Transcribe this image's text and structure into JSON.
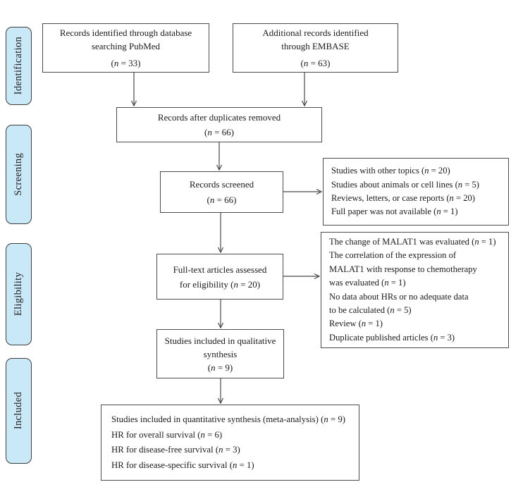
{
  "figure": {
    "type": "prisma-flow-diagram",
    "colors": {
      "stage_fill": "#c9e8f8",
      "stage_border": "#3d3d3d",
      "box_border": "#4c4c4c",
      "arrow": "#4a4a4a",
      "text": "#1a1a1a",
      "background": "#ffffff"
    }
  },
  "stages": [
    {
      "label": "Identification"
    },
    {
      "label": "Screening"
    },
    {
      "label": "Eligibility"
    },
    {
      "label": "Included"
    }
  ],
  "boxes": {
    "pubmed": {
      "line1": "Records identified through database",
      "line2": "searching PubMed",
      "count": "(n = 33)"
    },
    "embase": {
      "line1": "Additional records identified",
      "line2": "through EMBASE",
      "count": "(n = 63)"
    },
    "duplicates_removed": {
      "line1": "Records after duplicates removed",
      "count": "(n = 66)"
    },
    "records_screened": {
      "line1": "Records screened",
      "count": "(n = 66)"
    },
    "screening_excluded": {
      "lines": [
        "Studies with other topics (n = 20)",
        "Studies about animals or cell lines (n = 5)",
        "Reviews, letters, or case reports (n = 20)",
        "Full paper was not available (n = 1)"
      ]
    },
    "fulltext_assessed": {
      "line1": "Full-text articles assessed",
      "line2": "for eligibility (n = 20)"
    },
    "eligibility_excluded": {
      "lines": [
        "The change of MALAT1 was evaluated (n = 1)",
        "The correlation of the expression of",
        "MALAT1 with response to chemotherapy",
        "was evaluated (n = 1)",
        "No data about HRs or no adequate data",
        "to be calculated (n = 5)",
        "Review (n = 1)",
        "Duplicate published articles (n = 3)"
      ]
    },
    "qualitative_synthesis": {
      "line1": "Studies included in qualitative",
      "line2": "synthesis",
      "count": "(n = 9)"
    },
    "quantitative_synthesis": {
      "lines": [
        "Studies included in quantitative synthesis (meta-analysis) (n = 9)",
        "HR for overall survival (n = 6)",
        "HR for disease-free survival (n = 3)",
        "HR for disease-specific survival (n = 1)"
      ]
    }
  }
}
